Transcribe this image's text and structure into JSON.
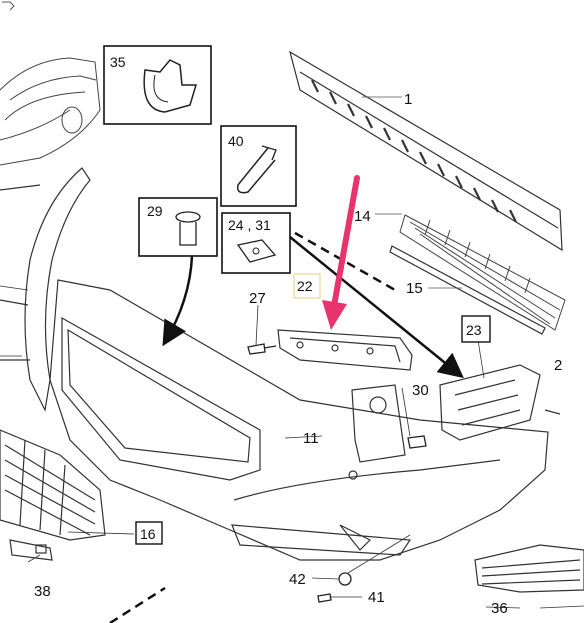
{
  "callouts": {
    "c1": "1",
    "c11": "11",
    "c14": "14",
    "c15": "15",
    "c16": "16",
    "c2": "2",
    "c22": "22",
    "c23": "23",
    "c24_31": "24 , 31",
    "c27": "27",
    "c29": "29",
    "c30": "30",
    "c35": "35",
    "c36": "36",
    "c38": "38",
    "c40": "40",
    "c41": "41",
    "c42": "42"
  },
  "colors": {
    "line": "#222222",
    "accent_arrow": "#e8336d",
    "highlight_box": "#e9d98a"
  }
}
